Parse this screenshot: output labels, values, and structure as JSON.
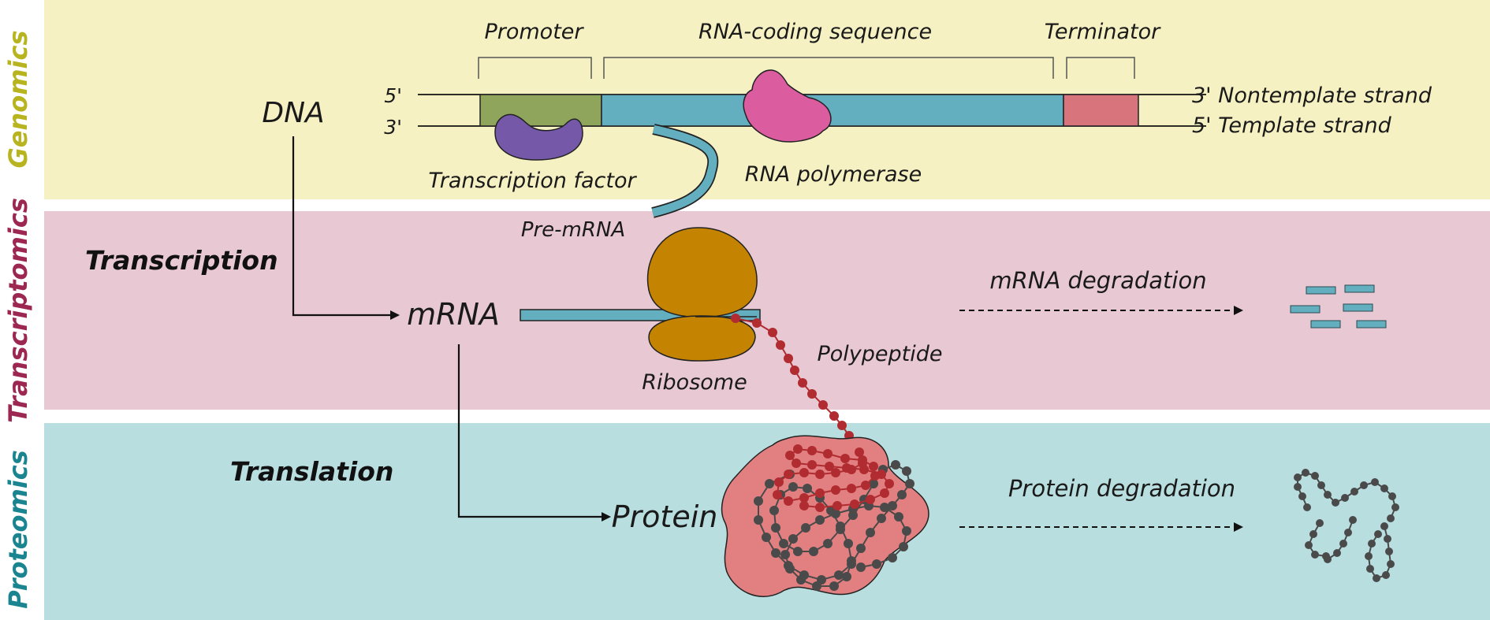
{
  "colors": {
    "genomics_band": "#f6f1c3",
    "transcriptomics_band": "#e8c8d3",
    "proteomics_band": "#b8dedf",
    "genomics_text": "#b8b420",
    "transcriptomics_text": "#9c2852",
    "proteomics_text": "#1a8590",
    "promoter": "#8fa55c",
    "coding": "#64afbf",
    "terminator": "#d8747b",
    "transcription_factor": "#7558a8",
    "rna_polymerase": "#dc5ca0",
    "ribosome": "#c48300",
    "polypeptide": "#b02c30",
    "protein_fill": "#e27f80",
    "protein_chain": "#4a4a4a"
  },
  "sidebar": {
    "genomics": "Genomics",
    "transcriptomics": "Transcriptomics",
    "proteomics": "Proteomics"
  },
  "dna": {
    "label": "DNA",
    "five_prime_top": "5'",
    "three_prime_bottom": "3'",
    "nontemplate": "3' Nontemplate strand",
    "template": "5' Template strand",
    "promoter": "Promoter",
    "coding": "RNA-coding sequence",
    "terminator": "Terminator",
    "transcription_factor": "Transcription factor",
    "rna_polymerase": "RNA polymerase"
  },
  "transcription": {
    "heading": "Transcription",
    "pre_mrna": "Pre-mRNA",
    "mrna": "mRNA",
    "ribosome": "Ribosome",
    "polypeptide": "Polypeptide",
    "mrna_degradation": "mRNA degradation"
  },
  "translation": {
    "heading": "Translation",
    "protein": "Protein",
    "protein_degradation": "Protein degradation"
  }
}
